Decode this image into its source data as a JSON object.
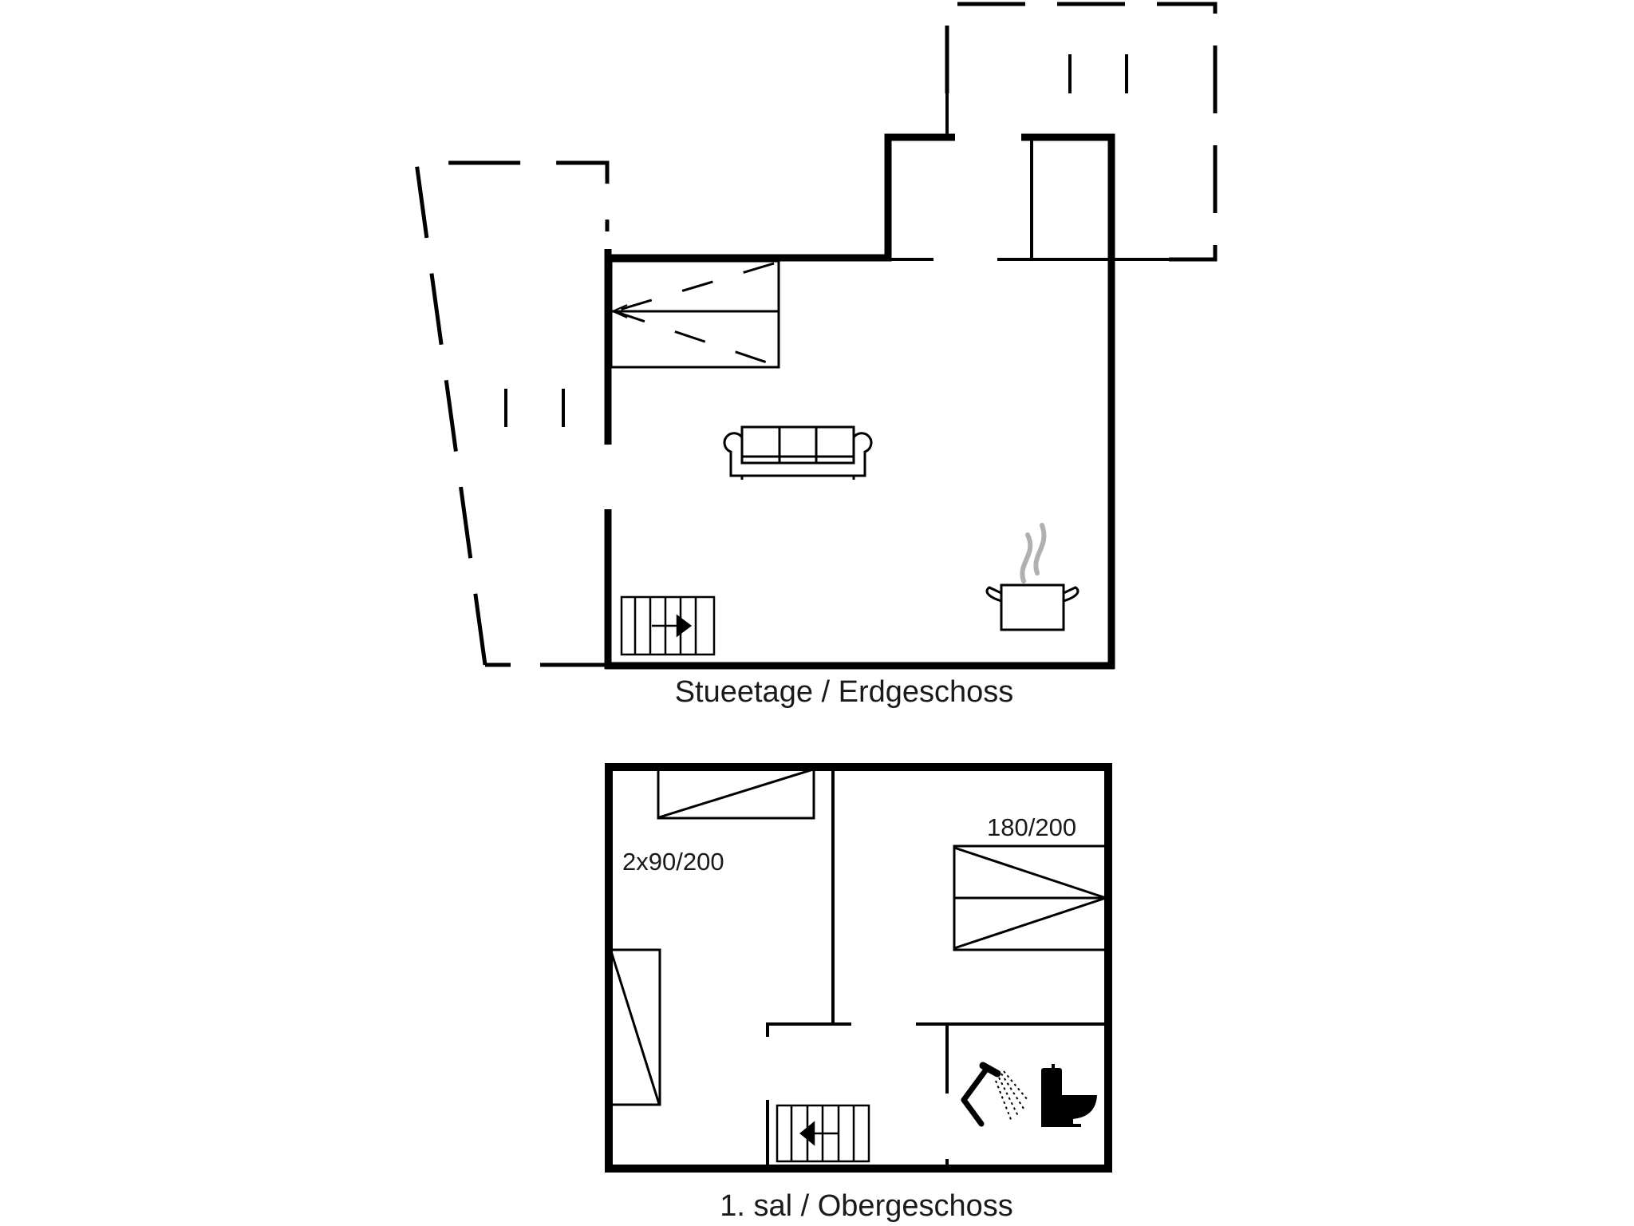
{
  "floors": [
    {
      "id": "ground",
      "label": "Stueetage / Erdgeschoss",
      "rooms": [
        "living-kitchen"
      ],
      "icons": [
        "sofa-icon",
        "cooking-pot-icon",
        "stairs-up-icon",
        "staircase-icon"
      ]
    },
    {
      "id": "upper",
      "label": "1. sal / Obergeschoss",
      "rooms": [
        "bedroom-twin",
        "bedroom-double",
        "bathroom",
        "hallway"
      ],
      "beds": [
        {
          "room": "bedroom-twin",
          "label": "2x90/200"
        },
        {
          "room": "bedroom-double",
          "label": "180/200"
        }
      ],
      "icons": [
        "single-bed-icon",
        "single-bed-icon",
        "double-bed-icon",
        "shower-icon",
        "toilet-icon",
        "stairs-down-icon"
      ]
    }
  ],
  "colors": {
    "wall": "#000000",
    "background": "#ffffff",
    "steam": "#b0b0b0",
    "text": "#1a1a1a"
  }
}
